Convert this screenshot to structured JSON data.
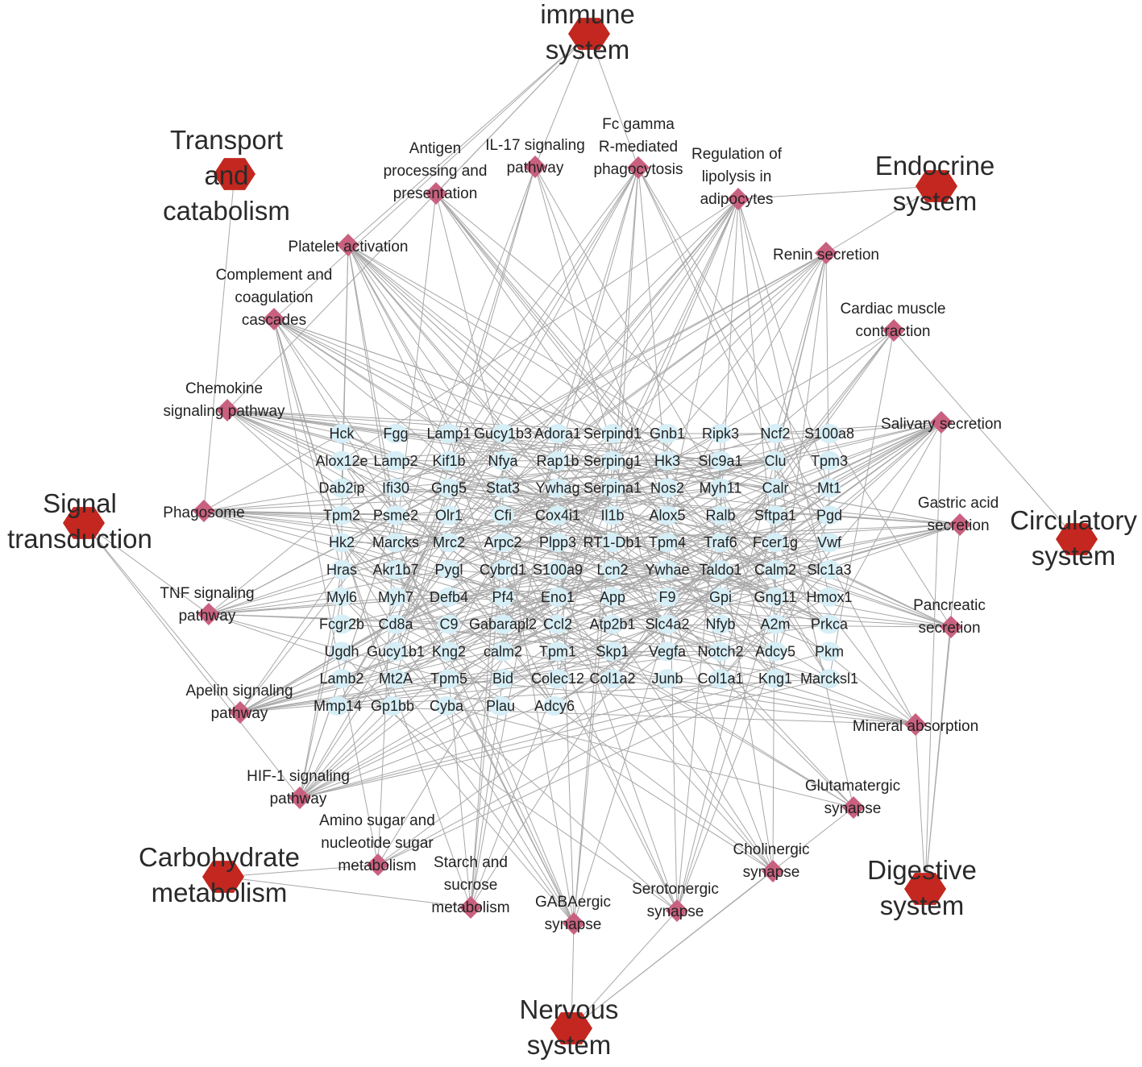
{
  "colors": {
    "background": "#ffffff",
    "edge": "#a8a8a8",
    "gene_node": "#d6eef6",
    "pathway_node": "#c9607f",
    "category_node": "#c3271f",
    "label": "#222222"
  },
  "categories": [
    {
      "id": "c_imm",
      "lines": [
        "immune",
        "system"
      ]
    },
    {
      "id": "c_tra",
      "lines": [
        "Transport",
        "and",
        "catabolism"
      ]
    },
    {
      "id": "c_end",
      "lines": [
        "Endocrine",
        "system"
      ]
    },
    {
      "id": "c_sig",
      "lines": [
        "Signal",
        "transduction"
      ]
    },
    {
      "id": "c_cir",
      "lines": [
        "Circulatory",
        "system"
      ]
    },
    {
      "id": "c_car",
      "lines": [
        "Carbohydrate",
        "metabolism"
      ]
    },
    {
      "id": "c_dig",
      "lines": [
        "Digestive",
        "system"
      ]
    },
    {
      "id": "c_ner",
      "lines": [
        "Nervous",
        "system"
      ]
    }
  ],
  "pathways": [
    {
      "id": "p_il17",
      "lines": [
        "IL-17 signaling",
        "pathway"
      ]
    },
    {
      "id": "p_fcg",
      "lines": [
        "Fc gamma",
        "R-mediated",
        "phagocytosis"
      ]
    },
    {
      "id": "p_ant",
      "lines": [
        "Antigen",
        "processing and",
        "presentation"
      ]
    },
    {
      "id": "p_lip",
      "lines": [
        "Regulation of",
        "lipolysis in",
        "adipocytes"
      ]
    },
    {
      "id": "p_pla",
      "lines": [
        "Platelet activation"
      ]
    },
    {
      "id": "p_ren",
      "lines": [
        "Renin secretion"
      ]
    },
    {
      "id": "p_com",
      "lines": [
        "Complement and",
        "coagulation",
        "cascades"
      ]
    },
    {
      "id": "p_car",
      "lines": [
        "Cardiac muscle",
        "contraction"
      ]
    },
    {
      "id": "p_che",
      "lines": [
        "Chemokine",
        "signaling pathway"
      ]
    },
    {
      "id": "p_sal",
      "lines": [
        "Salivary secretion"
      ]
    },
    {
      "id": "p_pha",
      "lines": [
        "Phagosome"
      ]
    },
    {
      "id": "p_gas",
      "lines": [
        "Gastric acid",
        "secretion"
      ]
    },
    {
      "id": "p_tnf",
      "lines": [
        "TNF signaling",
        "pathway"
      ]
    },
    {
      "id": "p_pan",
      "lines": [
        "Pancreatic",
        "secretion"
      ]
    },
    {
      "id": "p_ape",
      "lines": [
        "Apelin signaling",
        "pathway"
      ]
    },
    {
      "id": "p_min",
      "lines": [
        "Mineral absorption"
      ]
    },
    {
      "id": "p_hif",
      "lines": [
        "HIF-1 signaling",
        "pathway"
      ]
    },
    {
      "id": "p_glu",
      "lines": [
        "Glutamatergic",
        "synapse"
      ]
    },
    {
      "id": "p_ami",
      "lines": [
        "Amino sugar and",
        "nucleotide sugar",
        "metabolism"
      ]
    },
    {
      "id": "p_cho",
      "lines": [
        "Cholinergic",
        "synapse"
      ]
    },
    {
      "id": "p_sta",
      "lines": [
        "Starch and",
        "sucrose",
        "metabolism"
      ]
    },
    {
      "id": "p_ser",
      "lines": [
        "Serotonergic",
        "synapse"
      ]
    },
    {
      "id": "p_gab",
      "lines": [
        "GABAergic",
        "synapse"
      ]
    }
  ],
  "genes": [
    [
      "Hck",
      "Fgg",
      "Lamp1",
      "Gucy1b3",
      "Adora1",
      "Serpind1",
      "Gnb1",
      "Ripk3",
      "Ncf2",
      "S100a8"
    ],
    [
      "Alox12e",
      "Lamp2",
      "Kif1b",
      "Nfya",
      "Rap1b",
      "Serping1",
      "Hk3",
      "Slc9a1",
      "Clu",
      "Tpm3"
    ],
    [
      "Dab2ip",
      "Ifi30",
      "Gng5",
      "Stat3",
      "Ywhag",
      "Serpina1",
      "Nos2",
      "Myh11",
      "Calr",
      "Mt1"
    ],
    [
      "Tpm2",
      "Psme2",
      "Olr1",
      "Cfi",
      "Cox4i1",
      "Il1b",
      "Alox5",
      "Ralb",
      "Sftpa1",
      "Pgd"
    ],
    [
      "Hk2",
      "Marcks",
      "Mrc2",
      "Arpc2",
      "Plpp3",
      "RT1-Db1",
      "Tpm4",
      "Traf6",
      "Fcer1g",
      "Vwf"
    ],
    [
      "Hras",
      "Akr1b7",
      "Pygl",
      "Cybrd1",
      "S100a9",
      "Lcn2",
      "Ywhae",
      "Taldo1",
      "Calm2",
      "Slc1a3"
    ],
    [
      "Myl6",
      "Myh7",
      "Defb4",
      "Pf4",
      "Eno1",
      "App",
      "F9",
      "Gpi",
      "Gng11",
      "Hmox1"
    ],
    [
      "Fcgr2b",
      "Cd8a",
      "C9",
      "Gabarapl2",
      "Ccl2",
      "Atp2b1",
      "Slc4a2",
      "Nfyb",
      "A2m",
      "Prkca"
    ],
    [
      "Ugdh",
      "Gucy1b1",
      "Kng2",
      "calm2",
      "Tpm1",
      "Skp1",
      "Vegfa",
      "Notch2",
      "Adcy5",
      "Pkm"
    ],
    [
      "Lamb2",
      "Mt2A",
      "Tpm5",
      "Bid",
      "Colec12",
      "Col1a2",
      "Junb",
      "Col1a1",
      "Kng1",
      "Marcksl1"
    ],
    [
      "Mmp14",
      "Gp1bb",
      "Cyba",
      "Plau",
      "Adcy6"
    ]
  ],
  "category_links": [
    [
      "c_imm",
      "p_il17"
    ],
    [
      "c_imm",
      "p_fcg"
    ],
    [
      "c_imm",
      "p_ant"
    ],
    [
      "c_imm",
      "p_pla"
    ],
    [
      "c_imm",
      "p_com"
    ],
    [
      "c_imm",
      "p_che"
    ],
    [
      "c_tra",
      "p_pha"
    ],
    [
      "c_end",
      "p_lip"
    ],
    [
      "c_end",
      "p_ren"
    ],
    [
      "c_sig",
      "p_tnf"
    ],
    [
      "c_sig",
      "p_ape"
    ],
    [
      "c_sig",
      "p_hif"
    ],
    [
      "c_cir",
      "p_car"
    ],
    [
      "c_car",
      "p_ami"
    ],
    [
      "c_car",
      "p_sta"
    ],
    [
      "c_dig",
      "p_sal"
    ],
    [
      "c_dig",
      "p_gas"
    ],
    [
      "c_dig",
      "p_pan"
    ],
    [
      "c_dig",
      "p_min"
    ],
    [
      "c_ner",
      "p_glu"
    ],
    [
      "c_ner",
      "p_cho"
    ],
    [
      "c_ner",
      "p_ser"
    ],
    [
      "c_ner",
      "p_gab"
    ]
  ]
}
